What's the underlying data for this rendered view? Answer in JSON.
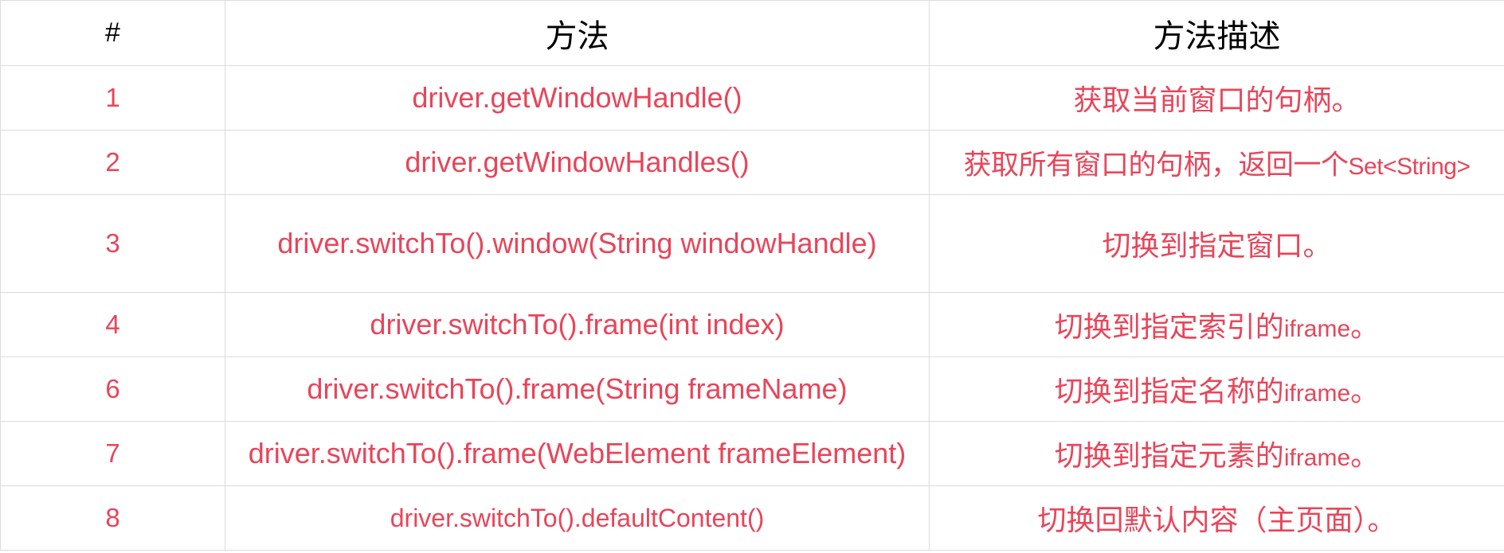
{
  "header": {
    "num": "#",
    "method": "方法",
    "description": "方法描述"
  },
  "rows": [
    {
      "num": "1",
      "method": "driver.getWindowHandle()",
      "desc_cn": "获取当前窗口的句柄。",
      "desc_latin": "",
      "desc_tail": ""
    },
    {
      "num": "2",
      "method": "driver.getWindowHandles()",
      "desc_cn": "获取所有窗口的句柄，返回一个",
      "desc_latin": "Set<String>",
      "desc_tail": ""
    },
    {
      "num": "3",
      "method": "driver.switchTo().window(String windowHandle)",
      "desc_cn": "切换到指定窗口。",
      "desc_latin": "",
      "desc_tail": ""
    },
    {
      "num": "4",
      "method": "driver.switchTo().frame(int index)",
      "desc_cn": "切换到指定索引的",
      "desc_latin": "iframe",
      "desc_tail": "。"
    },
    {
      "num": "6",
      "method": "driver.switchTo().frame(String frameName)",
      "desc_cn": "切换到指定名称的",
      "desc_latin": "iframe",
      "desc_tail": "。"
    },
    {
      "num": "7",
      "method": "driver.switchTo().frame(WebElement frameElement)",
      "desc_cn": "切换到指定元素的",
      "desc_latin": "iframe",
      "desc_tail": "。"
    },
    {
      "num": "8",
      "method": "driver.switchTo().defaultContent()",
      "desc_cn": "切换回默认内容（主页面）。",
      "desc_latin": "",
      "desc_tail": ""
    }
  ],
  "colors": {
    "accent_text": "#e8455a",
    "header_text": "#000000",
    "grid": "#dcdcdc"
  }
}
